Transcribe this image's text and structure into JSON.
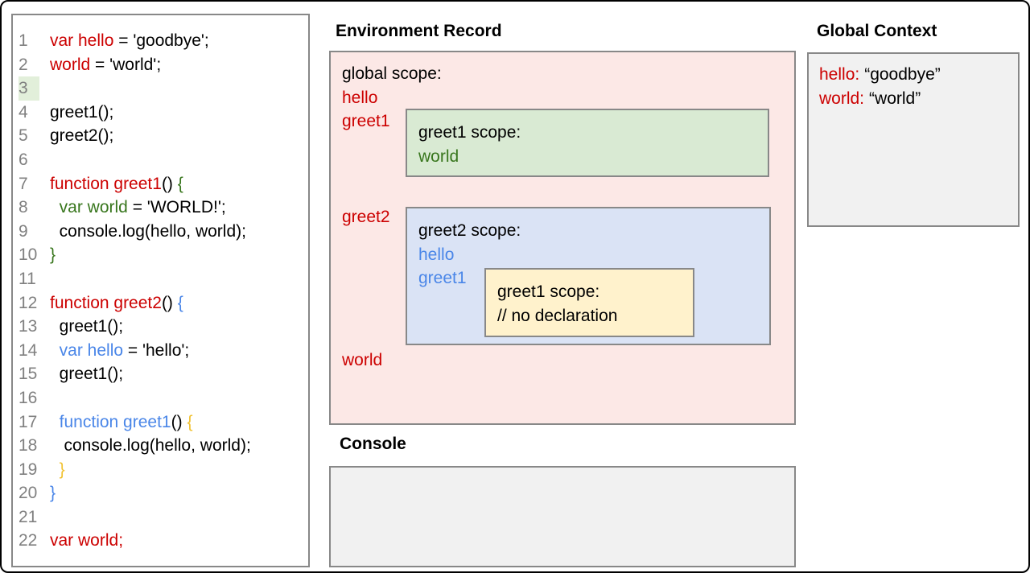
{
  "palette": {
    "code-red": "#cc0000",
    "code-green": "#38761d",
    "code-blue": "#4a86e8",
    "code-yellow": "#f1c232",
    "line-number-gray": "#808080",
    "global-scope-bg": "#fce8e6",
    "greet1-scope-bg": "#d9ead3",
    "greet2-scope-bg": "#dae3f5",
    "nested-greet1-scope-bg": "#fff2cc",
    "panel-bg": "#f1f1f1",
    "line3-highlight": "#e2efda",
    "box-border": "#888888"
  },
  "code": {
    "lines": [
      {
        "n": "1",
        "highlight": false,
        "segments": [
          {
            "c": "red",
            "t": "var hello"
          },
          {
            "c": "k",
            "t": " = 'goodbye';"
          }
        ]
      },
      {
        "n": "2",
        "highlight": false,
        "segments": [
          {
            "c": "red",
            "t": "world"
          },
          {
            "c": "k",
            "t": " = 'world';"
          }
        ]
      },
      {
        "n": "3",
        "highlight": true,
        "segments": []
      },
      {
        "n": "4",
        "highlight": false,
        "segments": [
          {
            "c": "k",
            "t": "greet1();"
          }
        ]
      },
      {
        "n": "5",
        "highlight": false,
        "segments": [
          {
            "c": "k",
            "t": "greet2();"
          }
        ]
      },
      {
        "n": "6",
        "highlight": false,
        "segments": []
      },
      {
        "n": "7",
        "highlight": false,
        "segments": [
          {
            "c": "red",
            "t": "function greet1"
          },
          {
            "c": "k",
            "t": "() "
          },
          {
            "c": "green",
            "t": "{"
          }
        ]
      },
      {
        "n": "8",
        "highlight": false,
        "segments": [
          {
            "c": "k",
            "t": "  "
          },
          {
            "c": "green",
            "t": "var world"
          },
          {
            "c": "k",
            "t": " = 'WORLD!';"
          }
        ]
      },
      {
        "n": "9",
        "highlight": false,
        "segments": [
          {
            "c": "k",
            "t": "  console.log(hello, world);"
          }
        ]
      },
      {
        "n": "10",
        "highlight": false,
        "segments": [
          {
            "c": "green",
            "t": "}"
          }
        ]
      },
      {
        "n": "11",
        "highlight": false,
        "segments": []
      },
      {
        "n": "12",
        "highlight": false,
        "segments": [
          {
            "c": "red",
            "t": "function greet2"
          },
          {
            "c": "k",
            "t": "() "
          },
          {
            "c": "blue",
            "t": "{"
          }
        ]
      },
      {
        "n": "13",
        "highlight": false,
        "segments": [
          {
            "c": "k",
            "t": "  greet1();"
          }
        ]
      },
      {
        "n": "14",
        "highlight": false,
        "segments": [
          {
            "c": "k",
            "t": "  "
          },
          {
            "c": "blue",
            "t": "var hello"
          },
          {
            "c": "k",
            "t": " = 'hello';"
          }
        ]
      },
      {
        "n": "15",
        "highlight": false,
        "segments": [
          {
            "c": "k",
            "t": "  greet1();"
          }
        ]
      },
      {
        "n": "16",
        "highlight": false,
        "segments": []
      },
      {
        "n": "17",
        "highlight": false,
        "segments": [
          {
            "c": "k",
            "t": "  "
          },
          {
            "c": "blue",
            "t": "function greet1"
          },
          {
            "c": "k",
            "t": "() "
          },
          {
            "c": "yellow",
            "t": "{"
          }
        ]
      },
      {
        "n": "18",
        "highlight": false,
        "segments": [
          {
            "c": "k",
            "t": "   console.log(hello, world);"
          }
        ]
      },
      {
        "n": "19",
        "highlight": false,
        "segments": [
          {
            "c": "k",
            "t": "  "
          },
          {
            "c": "yellow",
            "t": "}"
          }
        ]
      },
      {
        "n": "20",
        "highlight": false,
        "segments": [
          {
            "c": "blue",
            "t": "}"
          }
        ]
      },
      {
        "n": "21",
        "highlight": false,
        "segments": []
      },
      {
        "n": "22",
        "highlight": false,
        "segments": [
          {
            "c": "red",
            "t": "var world;"
          }
        ]
      }
    ]
  },
  "environment_record": {
    "title": "Environment Record",
    "outer_labels": [
      {
        "text": "global scope:"
      },
      {
        "text": "hello"
      },
      {
        "text": "greet1"
      },
      {
        "text": "greet2"
      },
      {
        "text": "world"
      }
    ],
    "greet1_scope": {
      "title": "greet1 scope:",
      "items": [
        {
          "text": "world"
        }
      ]
    },
    "greet2_scope": {
      "title": "greet2 scope:",
      "items": [
        {
          "text": "hello"
        },
        {
          "text": "greet1"
        }
      ],
      "nested_greet1_scope": {
        "title": "greet1 scope:",
        "items": [
          {
            "text": "// no declaration"
          }
        ]
      }
    }
  },
  "global_context": {
    "title": "Global Context",
    "entries": [
      {
        "key": "hello:",
        "value": "“goodbye”"
      },
      {
        "key": "world:",
        "value": "“world”"
      }
    ]
  },
  "console": {
    "title": "Console"
  }
}
